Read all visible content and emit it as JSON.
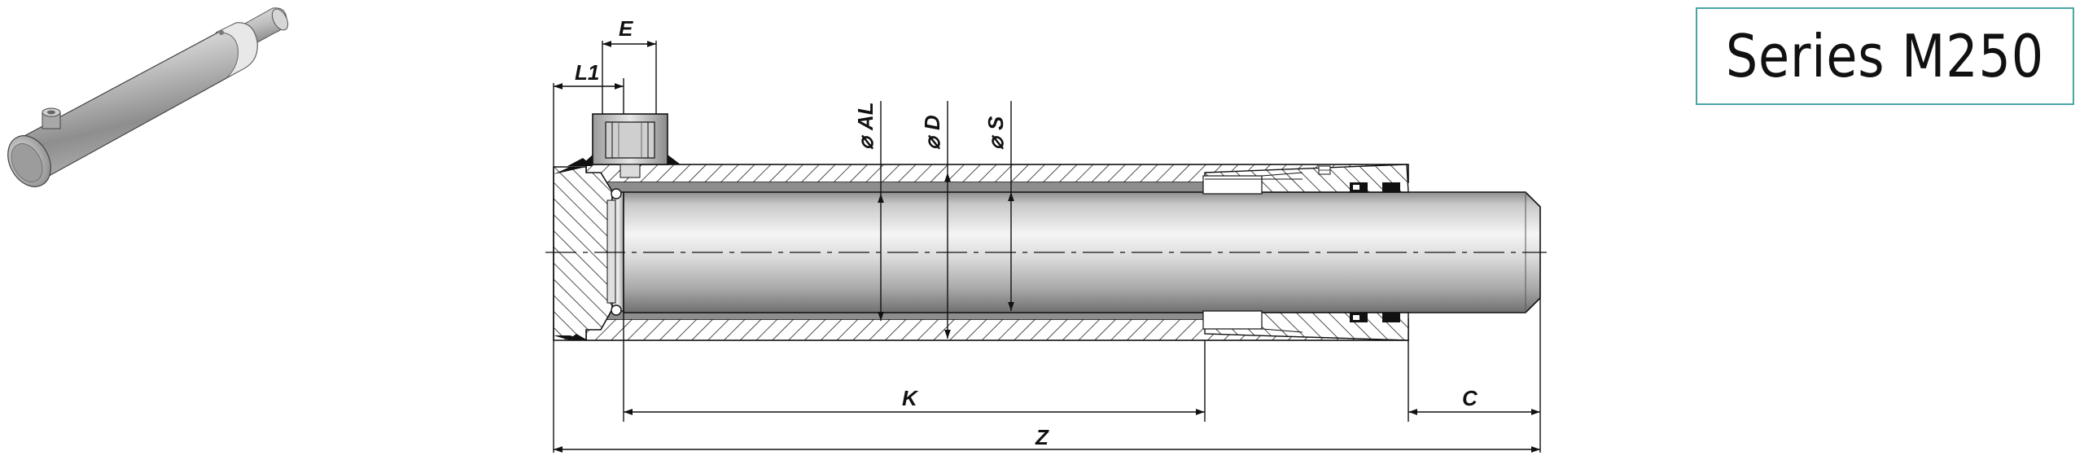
{
  "series": {
    "label": "Series M250"
  },
  "dimensions": {
    "e": "E",
    "l1": "L1",
    "al": "AL",
    "d": "D",
    "s": "S",
    "k": "K",
    "c": "C",
    "z": "Z"
  },
  "diameter_symbol": "⌀",
  "colors": {
    "frame": "#4aa6a6",
    "line": "#111111"
  }
}
